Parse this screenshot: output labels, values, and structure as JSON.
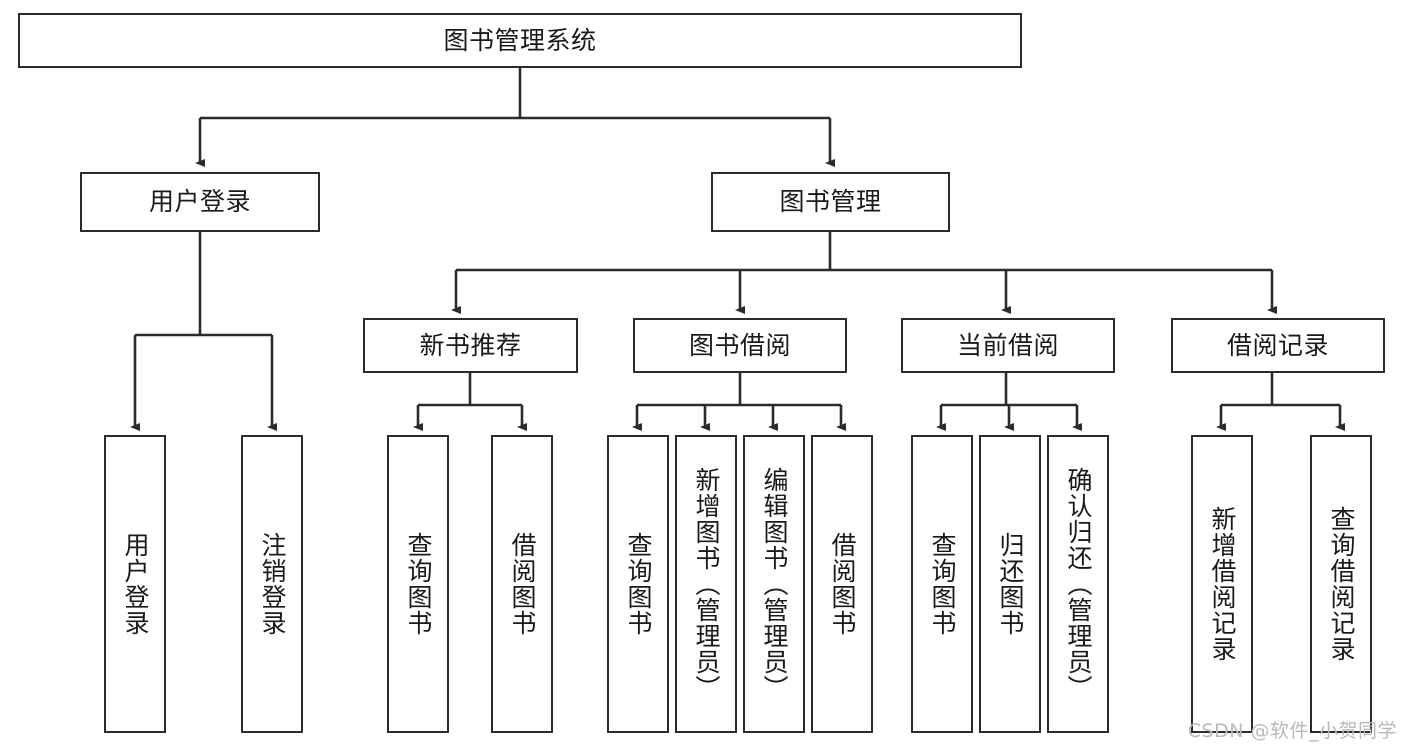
{
  "diagram": {
    "title": "图书管理系统",
    "type": "tree-hierarchy-chart",
    "root": {
      "label": "图书管理系统"
    },
    "level2": [
      {
        "id": "user-login",
        "label": "用户登录"
      },
      {
        "id": "book-manage",
        "label": "图书管理"
      }
    ],
    "level3": [
      {
        "id": "new-book-recommend",
        "label": "新书推荐"
      },
      {
        "id": "book-borrow",
        "label": "图书借阅"
      },
      {
        "id": "current-borrow",
        "label": "当前借阅"
      },
      {
        "id": "borrow-record",
        "label": "借阅记录"
      }
    ],
    "leaves": {
      "user_login": [
        {
          "id": "leaf-user-login",
          "label": "用户登录"
        },
        {
          "id": "leaf-logout-login",
          "label": "注销登录"
        }
      ],
      "new_book_recommend": [
        {
          "id": "leaf-query-book-1",
          "label": "查询图书"
        },
        {
          "id": "leaf-borrow-book-1",
          "label": "借阅图书"
        }
      ],
      "book_borrow": [
        {
          "id": "leaf-query-book-2",
          "label": "查询图书"
        },
        {
          "id": "leaf-add-book",
          "label": "新增图书（管理员）"
        },
        {
          "id": "leaf-edit-book",
          "label": "编辑图书（管理员）"
        },
        {
          "id": "leaf-borrow-book-2",
          "label": "借阅图书"
        }
      ],
      "current_borrow": [
        {
          "id": "leaf-query-book-3",
          "label": "查询图书"
        },
        {
          "id": "leaf-return-book",
          "label": "归还图书"
        },
        {
          "id": "leaf-confirm-return",
          "label": "确认归还（管理员）"
        }
      ],
      "borrow_record": [
        {
          "id": "leaf-add-record",
          "label": "新增借阅记录"
        },
        {
          "id": "leaf-query-record",
          "label": "查询借阅记录"
        }
      ]
    }
  },
  "watermark": {
    "text": "CSDN @软件_小贺同学"
  },
  "colors": {
    "stroke": "#2b2b2b",
    "fill": "#ffffff",
    "text": "#1a1a1a",
    "watermark": "#b9b9b9"
  }
}
